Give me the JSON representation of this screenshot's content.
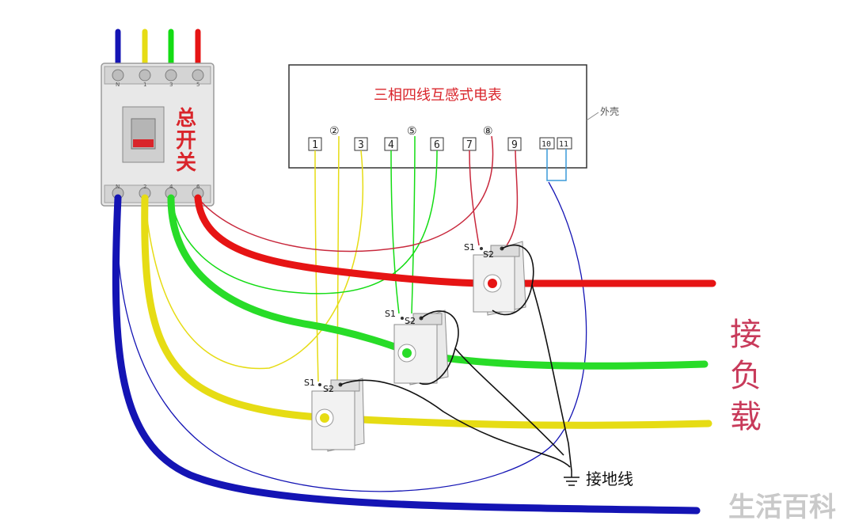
{
  "breaker": {
    "label_chars": [
      "总",
      "开",
      "关"
    ]
  },
  "meter": {
    "title": "三相四线互感式电表",
    "shell_label": "外壳",
    "circled_terminals": [
      "②",
      "⑤",
      "⑧"
    ],
    "box_terminals": [
      "1",
      "3",
      "4",
      "6",
      "7",
      "9",
      "10",
      "11"
    ]
  },
  "ct": {
    "s1_label": "S1",
    "s2_label": "S2"
  },
  "load": {
    "label_chars": [
      "接",
      "负",
      "载"
    ]
  },
  "ground": {
    "label": "接地线"
  },
  "watermark": "生活百科",
  "colors": {
    "neutral": "#1414b4",
    "phase_a": "#e6dc14",
    "phase_b": "#14dc14",
    "phase_c": "#e61414",
    "accent": "#d9252b"
  }
}
